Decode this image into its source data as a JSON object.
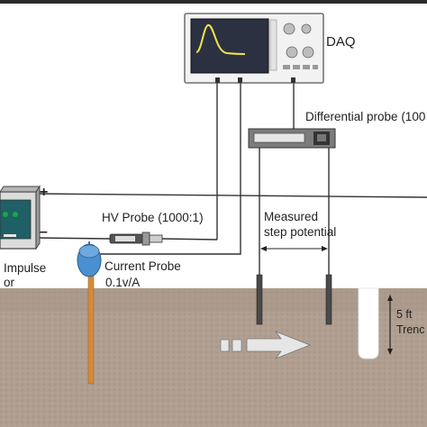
{
  "labels": {
    "daq": "DAQ",
    "differential_probe": "Differential probe (100",
    "hv_probe": "HV Probe (1000:1)",
    "measured_line1": "Measured",
    "measured_line2": "step potential",
    "impulse_line1": "Impulse",
    "impulse_line2": "or",
    "current_probe_line1": "Current Probe",
    "current_probe_line2": "0.1v/A",
    "depth_line1": "5 ft",
    "depth_line2": "Trenc",
    "plus": "+",
    "minus": "–"
  },
  "colors": {
    "ground_fill": "#b09f91",
    "ground_shade": "#a69486",
    "wire": "#333333",
    "daq_body": "#f2f2f2",
    "daq_screen": "#2b3140",
    "waveform": "#f2e14d",
    "led_green": "#17a845",
    "generator_screen": "#1f5f66",
    "current_probe_blue": "#4a8fcf",
    "ground_rod": "#d48a3a",
    "arrow_fill": "#e6e6e6"
  },
  "icons": {
    "daq": "oscilloscope-icon",
    "generator": "impulse-generator-icon",
    "current_probe": "current-clamp-icon",
    "hv_probe": "hv-probe-icon",
    "differential_probe": "differential-probe-icon",
    "arrow": "current-direction-arrow"
  }
}
